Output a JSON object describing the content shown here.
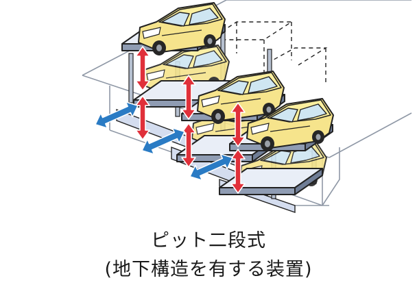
{
  "caption": {
    "title": "ピット二段式",
    "subtitle": "(地下構造を有する装置)"
  },
  "colors": {
    "car_body": "#f6e48c",
    "car_roof": "#fbef9e",
    "car_window": "#cfe6f2",
    "car_outline": "#222222",
    "tire": "#262626",
    "pallet_top": "#e9eef7",
    "pallet_side": "#8f9cb3",
    "pit_fill": "#d4ddef",
    "post": "#b7c1d1",
    "lift_arrow": "#e0303a",
    "travel_arrow": "#2a7bc4",
    "structure_line": "#8f98a6"
  },
  "icons": {
    "vertical_arrow": "double-headed-vertical-arrow",
    "horizontal_arrow": "double-headed-horizontal-arrow",
    "car": "compact-car-icon"
  }
}
